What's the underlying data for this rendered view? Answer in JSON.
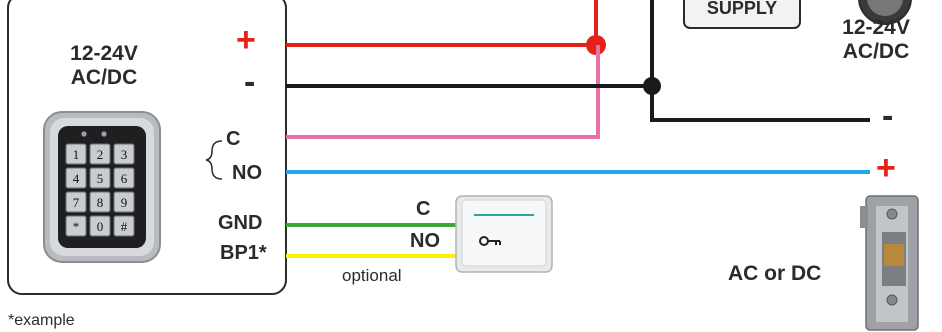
{
  "controller": {
    "voltage_line1": "12-24V",
    "voltage_line2": "AC/DC",
    "terminal_plus": "+",
    "terminal_minus": "-",
    "terminal_c": "C",
    "terminal_no": "NO",
    "terminal_gnd": "GND",
    "terminal_bp1": "BP1*",
    "keypad_keys": [
      "1",
      "2",
      "3",
      "4",
      "5",
      "6",
      "7",
      "8",
      "9",
      "*",
      "0",
      "#"
    ]
  },
  "footnote": "*example",
  "power_supply": {
    "label": "SUPPLY",
    "voltage_line1": "12-24V",
    "voltage_line2": "AC/DC",
    "output_minus": "-"
  },
  "exit_button": {
    "terminal_c": "C",
    "terminal_no": "NO",
    "optional_label": "optional"
  },
  "lock": {
    "terminal_plus": "+",
    "label": "AC or DC"
  },
  "colors": {
    "red": "#e2231a",
    "black": "#1a1a1a",
    "pink": "#ec6fa9",
    "blue": "#1eaae7",
    "green": "#3aaa35",
    "yellow": "#fff200"
  }
}
